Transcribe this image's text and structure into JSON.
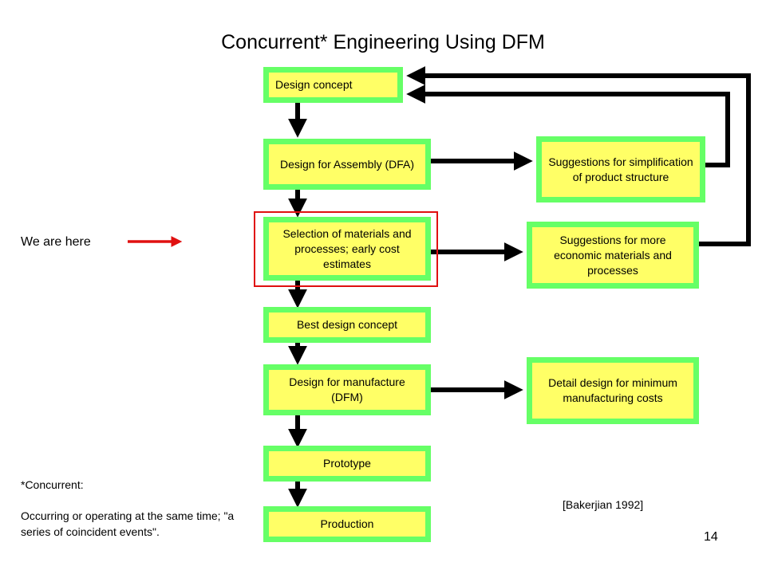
{
  "title": "Concurrent* Engineering Using DFM",
  "boxes": {
    "design_concept": "Design concept",
    "dfa": "Design for Assembly (DFA)",
    "selection": "Selection of materials and processes; early cost estimates",
    "best_concept": "Best design concept",
    "dfm": "Design for manufacture (DFM)",
    "prototype": "Prototype",
    "production": "Production",
    "suggest_simplification": "Suggestions for simplification of product structure",
    "suggest_materials": "Suggestions for more economic materials and processes",
    "detail_design": "Detail design for minimum manufacturing costs"
  },
  "we_are_here": "We are here",
  "footnote": {
    "heading": "*Concurrent:",
    "text": "Occurring or operating at the same time; \"a series of coincident events\"."
  },
  "citation": "[Bakerjian 1992]",
  "page_number": "14",
  "colors": {
    "box_fill": "#ffff66",
    "box_border": "#66ff66",
    "highlight": "#e01010",
    "pointer_arrow": "#e01010"
  }
}
